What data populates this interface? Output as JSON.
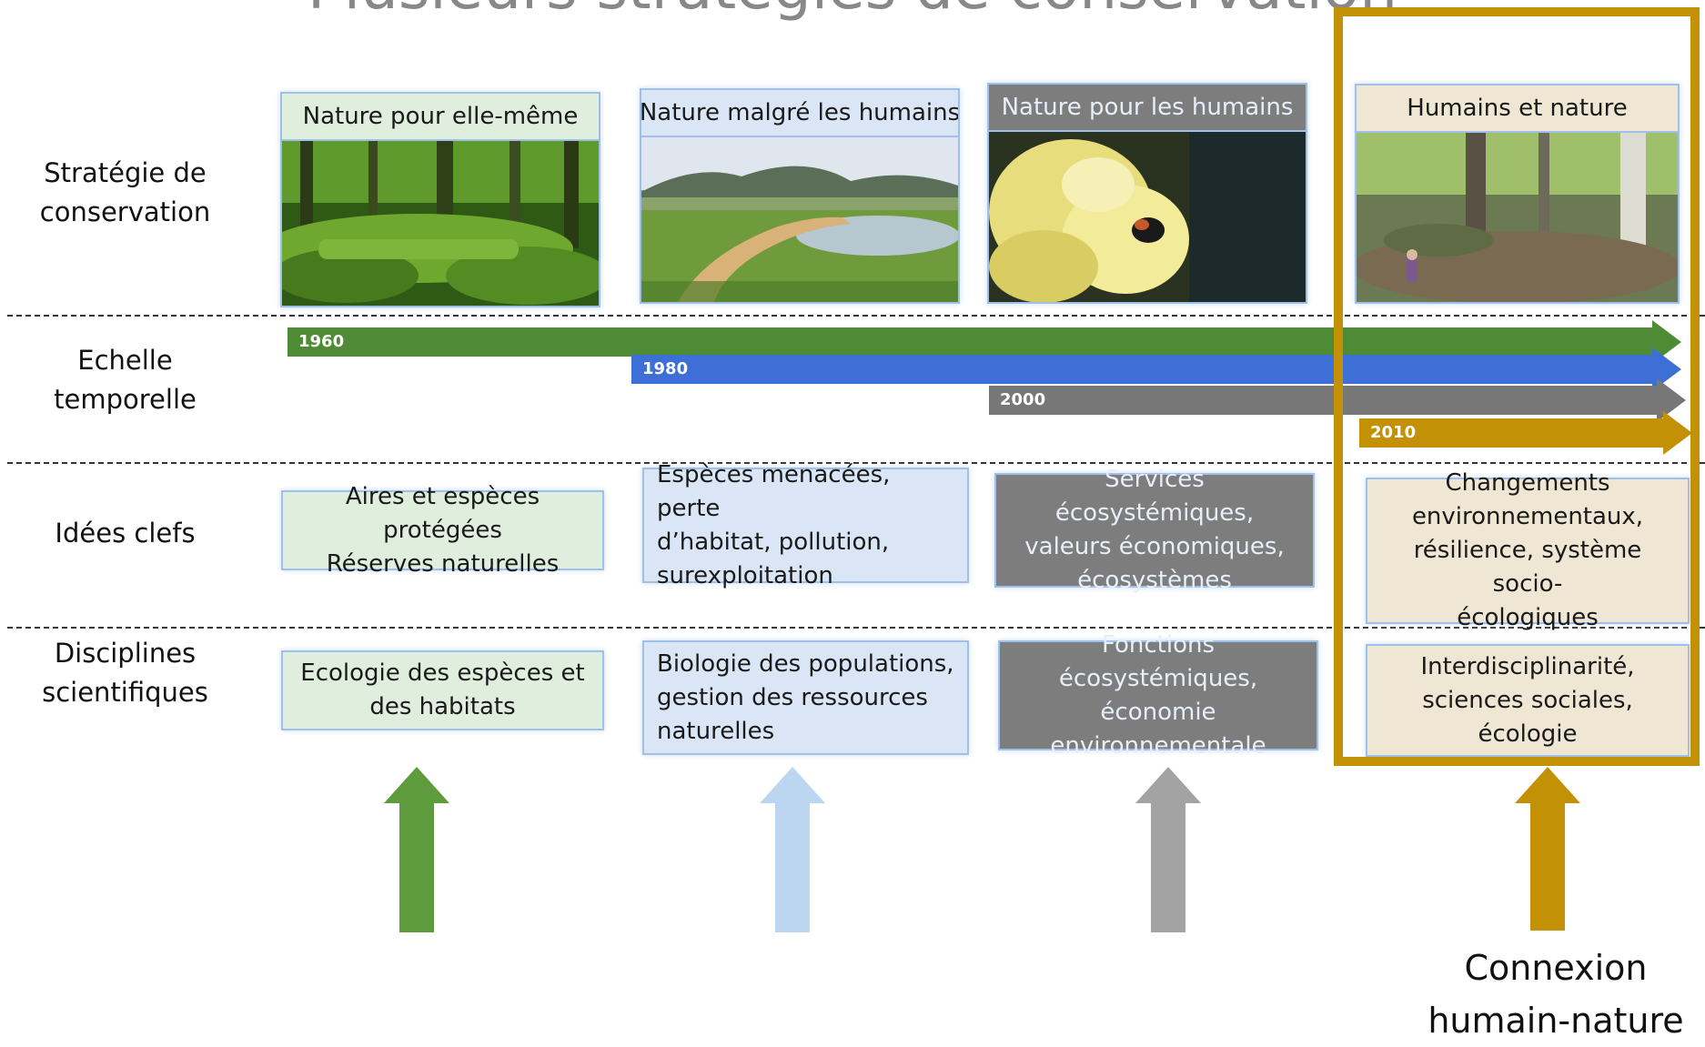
{
  "title": "Plusieurs stratégies de conservation",
  "row_labels": {
    "strategy": "Stratégie de\nconservation",
    "timescale": "Echelle\ntemporelle",
    "key_ideas": "Idées clefs",
    "disciplines": "Disciplines\nscientifiques"
  },
  "strategies": [
    {
      "title": "Nature pour elle-même"
    },
    {
      "title": "Nature malgré les humains"
    },
    {
      "title": "Nature pour les humains"
    },
    {
      "title": "Humains et nature"
    }
  ],
  "timeline": [
    {
      "year": "1960",
      "color": "#4f8a34"
    },
    {
      "year": "1980",
      "color": "#3e6fd6"
    },
    {
      "year": "2000",
      "color": "#777777"
    },
    {
      "year": "2010",
      "color": "#c39106"
    }
  ],
  "key_ideas": [
    "Aires et espèces protégées\nRéserves naturelles",
    "Espèces menacées, perte\nd’habitat, pollution,\nsurexploitation",
    "Services écosystémiques,\nvaleurs économiques,\nécosystèmes",
    "Changements\nenvironnementaux,\nrésilience, système socio-\nécologiques"
  ],
  "disciplines": [
    "Ecologie des espèces et\ndes habitats",
    "Biologie des populations,\ngestion des ressources\nnaturelles",
    "Fonctions écosystémiques,\néconomie\nenvironnementale",
    "Interdisciplinarité,\nsciences sociales,\nécologie"
  ],
  "arrow_colors": [
    "#5e9b3c",
    "#bcd6f2",
    "#a3a3a3",
    "#c39106"
  ],
  "caption": "Connexion\nhumain-nature"
}
